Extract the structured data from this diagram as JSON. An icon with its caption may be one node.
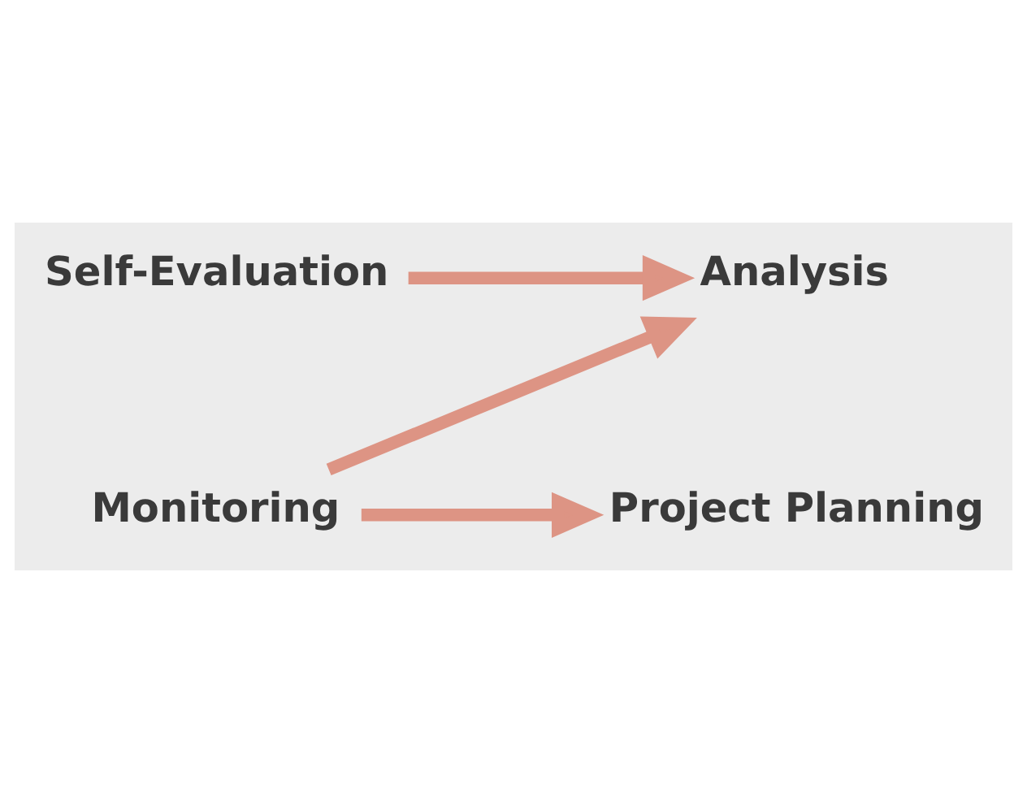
{
  "diagram": {
    "nodes": [
      {
        "text": [
          "Analysis"
        ]
      },
      {
        "text": [
          "Project Planning"
        ]
      },
      {
        "text": [
          "Monitoring"
        ]
      },
      {
        "text": [
          "Self-Evaluation"
        ]
      }
    ],
    "edges": [
      {
        "from": 2,
        "to": 1,
        "arrow": "to"
      },
      {
        "from": 2,
        "to": 0,
        "arrow": "to"
      },
      {
        "from": 3,
        "to": 0,
        "arrow": "to"
      }
    ]
  }
}
